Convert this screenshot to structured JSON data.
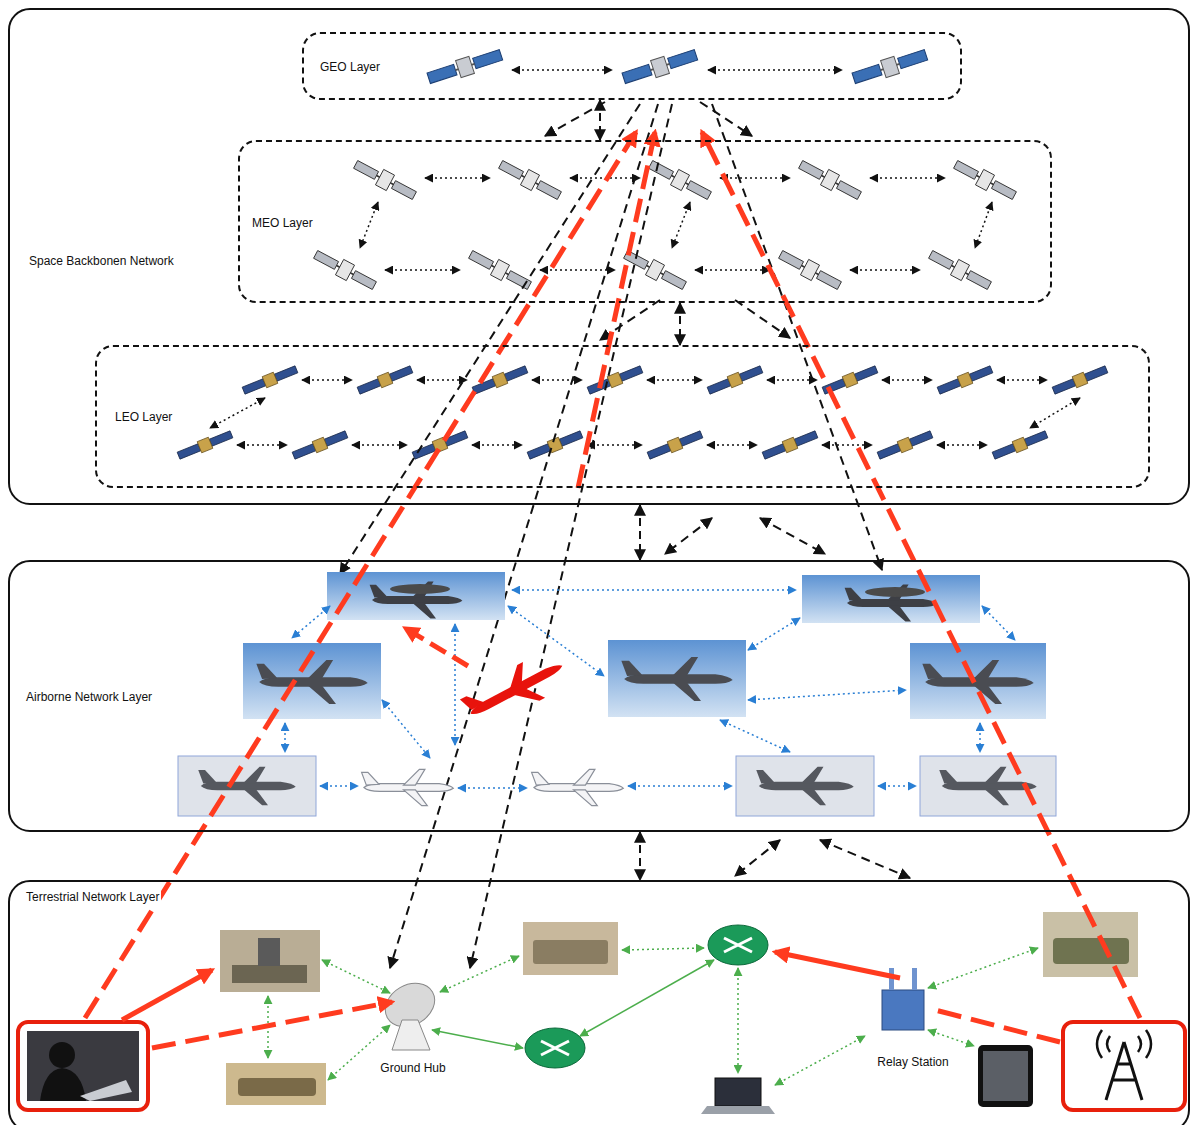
{
  "diagram": {
    "nodes": [
      {
        "text": [
          "Space Backbonen Network"
        ]
      },
      {
        "text": [
          "GEO Layer"
        ],
        "in": 0
      },
      {
        "text": [
          "MEO Layer"
        ],
        "in": 0
      },
      {
        "text": [
          "LEO Layer"
        ],
        "in": 0
      },
      {
        "text": [
          "Airborne Network Layer"
        ]
      },
      {
        "text": [
          "Terrestrial Network Layer"
        ]
      },
      {
        "text": [
          "Ground Hub"
        ],
        "in": 5
      },
      {
        "text": [
          "Relay Station"
        ],
        "in": 5
      }
    ],
    "edges": [
      {
        "from": 1,
        "to": 2,
        "arrow": "both"
      },
      {
        "from": 2,
        "to": 3,
        "arrow": "both"
      },
      {
        "from": 0,
        "to": 4,
        "arrow": "both"
      },
      {
        "from": 4,
        "to": 5,
        "arrow": "both"
      }
    ]
  }
}
